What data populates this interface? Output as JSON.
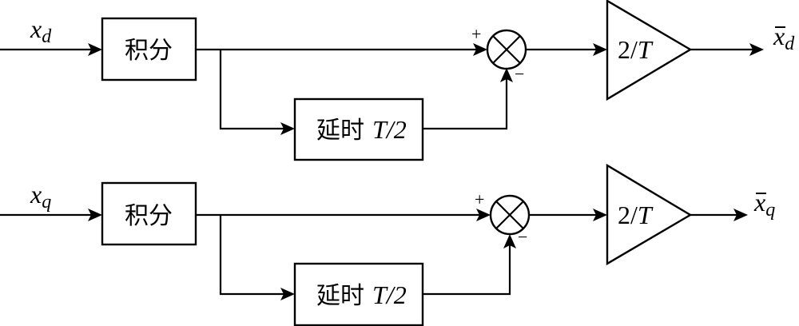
{
  "diagram": {
    "channels": [
      {
        "id": "d",
        "input_var": "x",
        "input_sub": "d",
        "integrator_label": "积分",
        "delay_label_cn": "延时",
        "delay_label_math": "T/2",
        "sum_plus": "+",
        "sum_minus": "−",
        "gain_label_num": "2/",
        "gain_label_var": "T",
        "output_var": "x",
        "output_sub": "d",
        "output_has_bar": true
      },
      {
        "id": "q",
        "input_var": "x",
        "input_sub": "q",
        "integrator_label": "积分",
        "delay_label_cn": "延时",
        "delay_label_math": "T/2",
        "sum_plus": "+",
        "sum_minus": "−",
        "gain_label_num": "2/",
        "gain_label_var": "T",
        "output_var": "x",
        "output_sub": "q",
        "output_has_bar": true
      }
    ]
  }
}
